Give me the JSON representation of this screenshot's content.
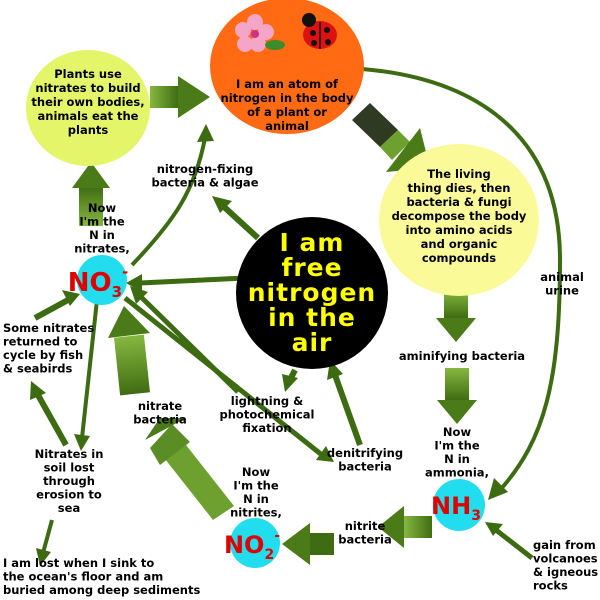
{
  "nodes": {
    "atom": {
      "lines": [
        "I am an atom of",
        "nitrogen in the body",
        "of a plant or",
        "animal"
      ],
      "color": "#ff6a13"
    },
    "plants": {
      "lines": [
        "Plants use",
        "nitrates to build",
        "their own bodies,",
        "animals eat the",
        "plants"
      ],
      "color": "#e4f56a"
    },
    "dies": {
      "lines": [
        "The living",
        "thing dies, then",
        "bacteria & fungi",
        "decompose the body",
        "into amino acids",
        "and organic",
        "compounds"
      ],
      "color": "#fbfa98"
    },
    "air": {
      "lines": [
        "I am",
        "free",
        "nitrogen",
        "in the",
        "air"
      ],
      "color": "#000000",
      "text_color": "#ffff00"
    }
  },
  "chem": {
    "no3": {
      "base": "NO",
      "sub": "3",
      "sup": "-"
    },
    "nh3": {
      "base": "NH",
      "sub": "3"
    },
    "no2": {
      "base": "NO",
      "sub": "2",
      "sup": "-"
    },
    "badge_color": "#22ddee",
    "text_color": "#e00000"
  },
  "labels": {
    "nitrates_state": [
      "Now",
      "I'm the",
      "N in",
      "nitrates,"
    ],
    "nitrogen_fixing": [
      "nitrogen-fixing",
      "bacteria & algae"
    ],
    "some_nitrates": [
      "Some nitrates",
      "returned to",
      "cycle by fish",
      "& seabirds"
    ],
    "nitrate_bacteria": [
      "nitrate",
      "bacteria"
    ],
    "soil_lost": [
      "Nitrates in",
      "soil lost",
      "through",
      "erosion to",
      "sea"
    ],
    "lost_sea": [
      "I am lost when I sink to",
      "the ocean's floor and am",
      "buried among deep sediments"
    ],
    "lightning": [
      "lightning &",
      "photochemical",
      "fixation"
    ],
    "denitrifying": [
      "denitrifying",
      "bacteria"
    ],
    "nitrites_state": [
      "Now",
      "I'm the",
      "N in",
      "nitrites,"
    ],
    "animal_urine": [
      "animal",
      "urine"
    ],
    "aminifying": [
      "aminifying bacteria"
    ],
    "ammonia_state": [
      "Now",
      "I'm the",
      "N in",
      "ammonia,"
    ],
    "nitrite_bacteria": [
      "nitrite",
      "bacteria"
    ],
    "volcanoes": [
      "gain from",
      "volcanoes",
      "& igneous",
      "rocks"
    ]
  },
  "colors": {
    "arrow": "#3d6b12",
    "arrow_light": "#7cab3a"
  }
}
